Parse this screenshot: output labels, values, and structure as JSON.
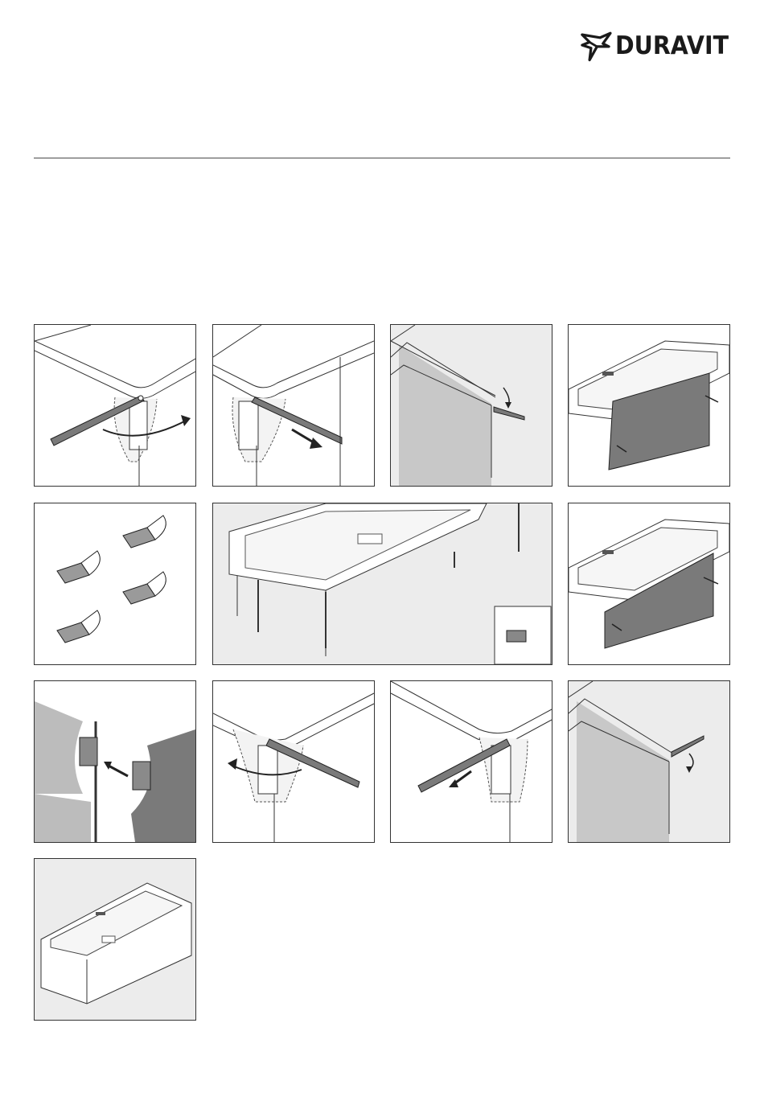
{
  "header": {
    "logo_text": "DURAVIT",
    "logo_icon": "duravit-bird-icon"
  },
  "steps": [
    {
      "id": 1,
      "icon": "rotate-bracket-illustration"
    },
    {
      "id": 2,
      "icon": "slide-bracket-illustration"
    },
    {
      "id": 3,
      "icon": "flip-bracket-illustration"
    },
    {
      "id": 4,
      "icon": "remove-panel-illustration"
    },
    {
      "id": 5,
      "icon": "mounting-plates-illustration"
    },
    {
      "id": 6,
      "icon": "tub-frame-illustration"
    },
    {
      "id": 7,
      "icon": "attach-panel-illustration"
    },
    {
      "id": 8,
      "icon": "corner-clip-illustration"
    },
    {
      "id": 9,
      "icon": "rotate-bracket-back-illustration"
    },
    {
      "id": 10,
      "icon": "slide-bracket-out-illustration"
    },
    {
      "id": 11,
      "icon": "flip-bracket-back-illustration"
    },
    {
      "id": 12,
      "icon": "finished-tub-illustration"
    }
  ]
}
